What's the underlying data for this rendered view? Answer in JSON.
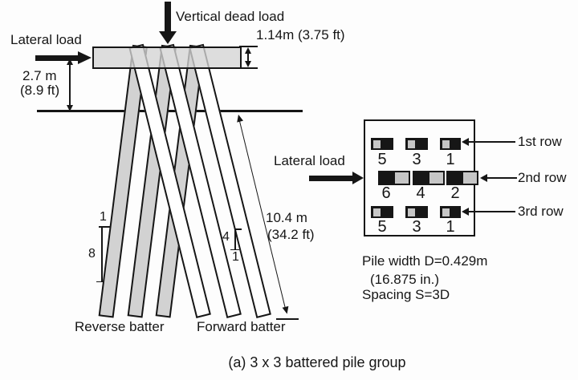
{
  "figure": {
    "caption": "(a) 3 x 3 battered pile group"
  },
  "colors": {
    "ink": "#161616",
    "pile_gray": "#d2d2d2",
    "plan_light_gray": "#c6c6c6",
    "paper": "#fdfdfd"
  },
  "elevation": {
    "lateral_load_label": "Lateral load",
    "vertical_load_label": "Vertical dead load",
    "cap_thickness": "1.14m (3.75 ft)",
    "embedment_m": "2.7 m",
    "embedment_ft": "(8.9 ft)",
    "pile_length_m": "10.4 m",
    "pile_length_ft": "(34.2 ft)",
    "reverse_batter_label": "Reverse batter",
    "forward_batter_label": "Forward batter",
    "reverse_slope": {
      "run": "1",
      "rise": "8"
    },
    "forward_slope": {
      "rise": "4",
      "run": "1"
    }
  },
  "plan": {
    "lateral_load_label": "Lateral load",
    "row_labels": [
      "1st row",
      "2nd row",
      "3rd row"
    ],
    "pile_numbers": [
      [
        "5",
        "3",
        "1"
      ],
      [
        "6",
        "4",
        "2"
      ],
      [
        "5",
        "3",
        "1"
      ]
    ],
    "notes": [
      "Pile width D=0.429m",
      "(16.875 in.)",
      "Spacing S=3D"
    ]
  }
}
